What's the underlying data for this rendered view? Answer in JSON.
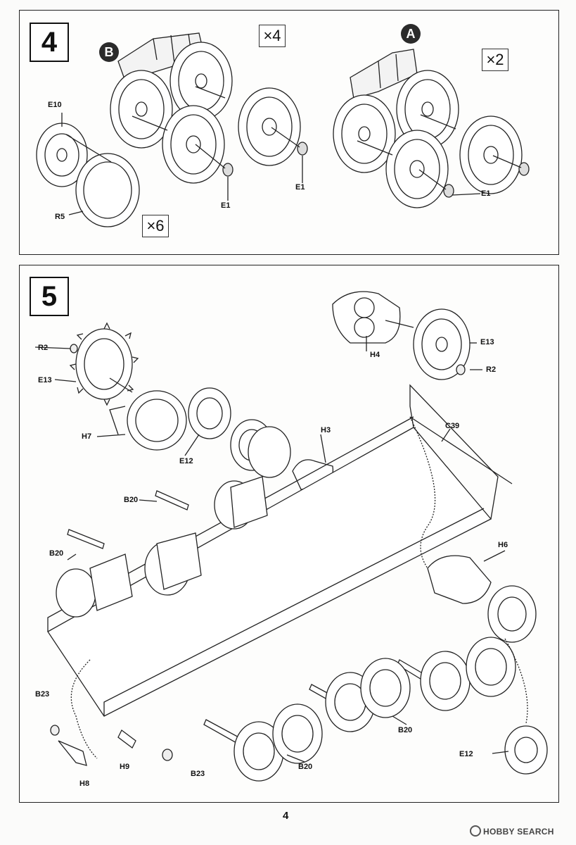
{
  "step4": {
    "number": "4",
    "badges": {
      "x4": "×4",
      "x6": "×6",
      "x2": "×2"
    },
    "callouts": {
      "B": "B",
      "A": "A"
    },
    "labels": {
      "E10": "E10",
      "R5": "R5",
      "E1a": "E1",
      "E1b": "E1",
      "E1c": "E1"
    }
  },
  "step5": {
    "number": "5",
    "labels": {
      "R2a": "R2",
      "E13a": "E13",
      "H7": "H7",
      "E12a": "E12",
      "H3": "H3",
      "H4": "H4",
      "E13b": "E13",
      "R2b": "R2",
      "C39": "C39",
      "B20a": "B20",
      "B20b": "B20",
      "B20c": "B20",
      "B20d": "B20",
      "H6": "H6",
      "E12b": "E12",
      "B23a": "B23",
      "B23b": "B23",
      "H8": "H8",
      "H9": "H9"
    }
  },
  "page_number": "4",
  "watermark": "HOBBY SEARCH"
}
